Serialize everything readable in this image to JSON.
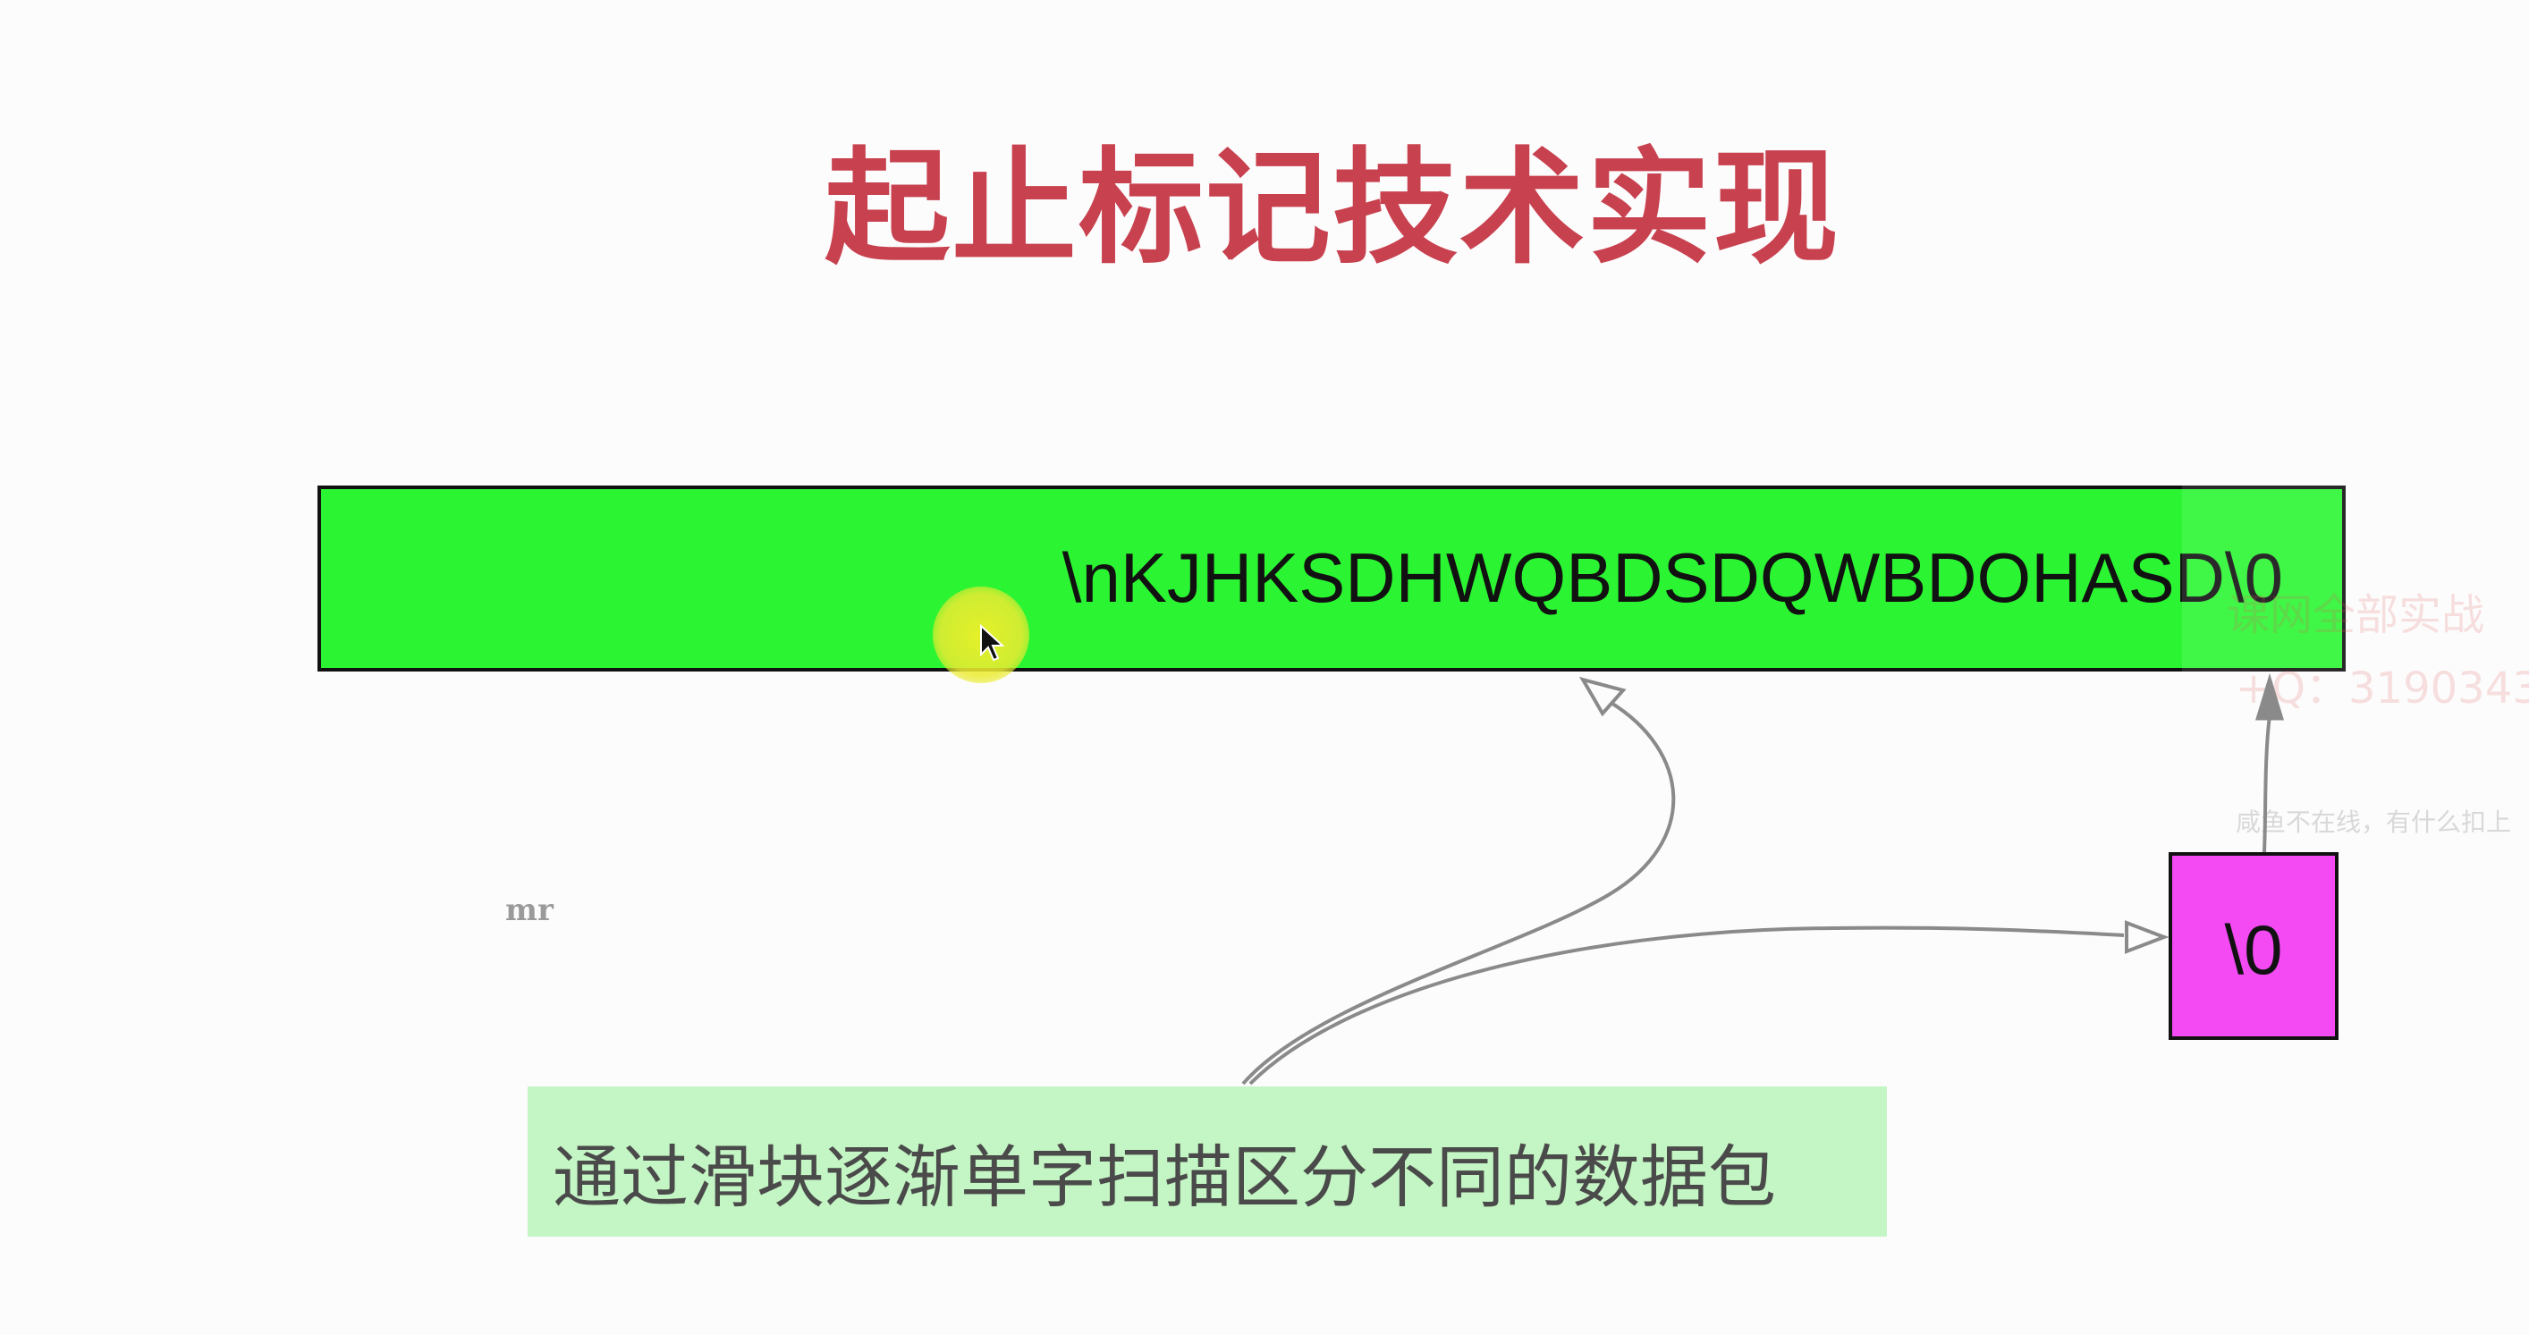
{
  "title": "起止标记技术实现",
  "packet": {
    "text": "\\nKJHKSDHWQBDSDQWBDOHASD\\0",
    "fill_color": "#2bf532"
  },
  "end_marker": {
    "text": "\\0",
    "fill_color": "#f44af4"
  },
  "caption": {
    "text": "通过滑块逐渐单字扫描区分不同的数据包",
    "fill_color": "#c4f5c4"
  },
  "side_label": "mr",
  "watermark": {
    "line1": "课网全部实战",
    "line2": "+Q：3190343",
    "line3": "咸鱼不在线，有什么扣上"
  },
  "title_color": "#c8414f"
}
